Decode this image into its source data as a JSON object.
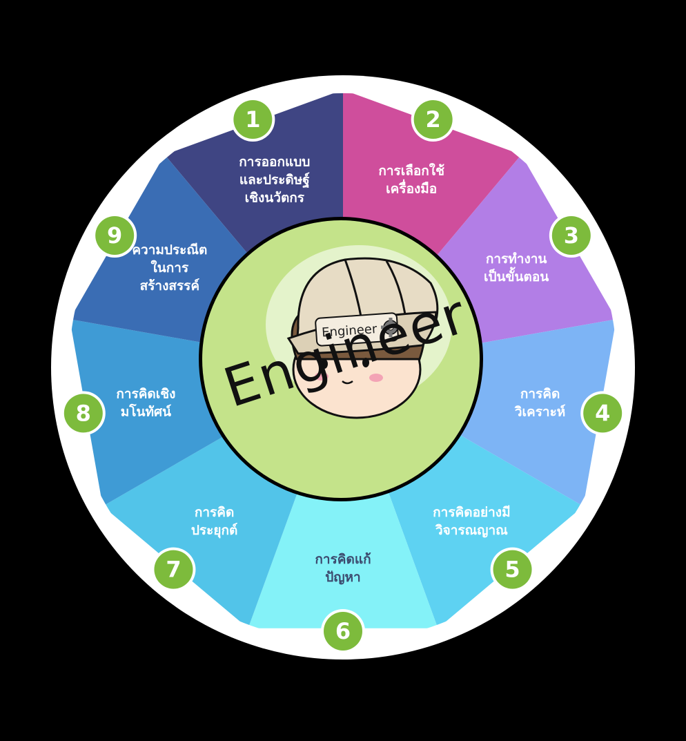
{
  "colors": {
    "background": "#000000",
    "ring": "#ffffff",
    "badge": "#7dbb3c",
    "center_fill": "#c4e38a",
    "center_glow": "#eaf6d6"
  },
  "segments": [
    {
      "number": "1",
      "lines": [
        "การออกแบบ",
        "และประดิษฐ์",
        "เชิงนวัตกร"
      ],
      "color": "#3f4583"
    },
    {
      "number": "2",
      "lines": [
        "การเลือกใช้",
        "เครื่องมือ"
      ],
      "color": "#cf4e9c"
    },
    {
      "number": "3",
      "lines": [
        "การทำงาน",
        "เป็นขั้นตอน"
      ],
      "color": "#b27ee6"
    },
    {
      "number": "4",
      "lines": [
        "การคิด",
        "วิเคราะห์"
      ],
      "color": "#7db4f5"
    },
    {
      "number": "5",
      "lines": [
        "การคิดอย่างมี",
        "วิจารณญาณ"
      ],
      "color": "#5ed2f2"
    },
    {
      "number": "6",
      "lines": [
        "การคิดแก้",
        "ปัญหา"
      ],
      "color": "#84f2f8"
    },
    {
      "number": "7",
      "lines": [
        "การคิด",
        "ประยุกต์"
      ],
      "color": "#52c4e9"
    },
    {
      "number": "8",
      "lines": [
        "การคิดเชิง",
        "มโนทัศน์"
      ],
      "color": "#3f9bd5"
    },
    {
      "number": "9",
      "lines": [
        "ความประณีต",
        "ในการ",
        "สร้างสรรค์"
      ],
      "color": "#3a6db4"
    }
  ],
  "center": {
    "title": "Engineer",
    "hat_label": "Engineer"
  },
  "icons": {
    "gear": "gear-icon",
    "character": "engineer-character-icon"
  }
}
